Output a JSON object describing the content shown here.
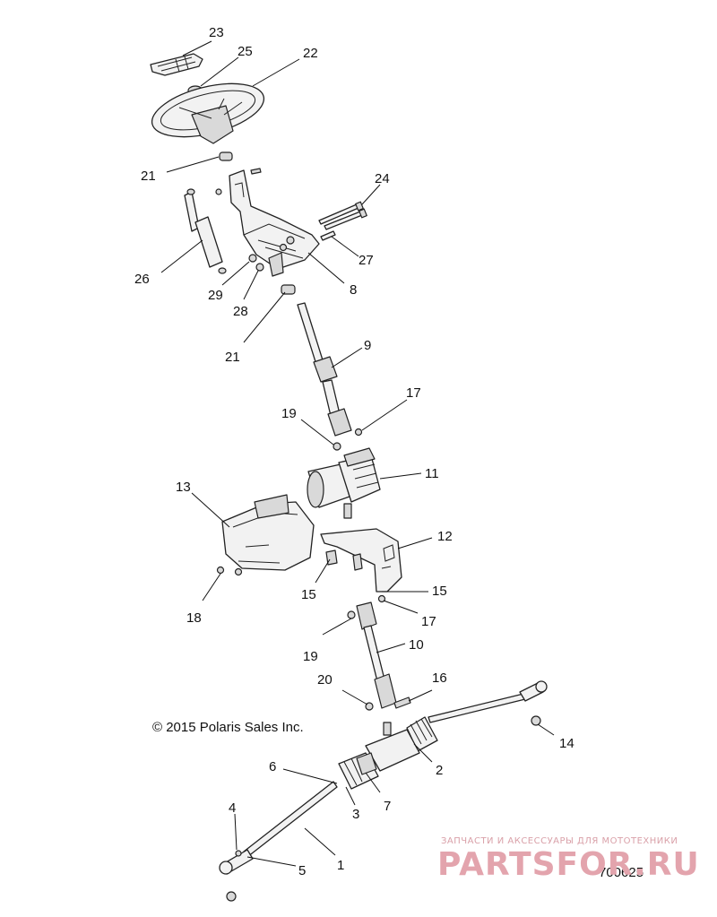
{
  "diagram": {
    "copyright": "© 2015 Polaris Sales Inc.",
    "diagram_id": "700625"
  },
  "watermark": {
    "tagline": "ЗАПЧАСТИ И АКСЕССУАРЫ ДЛЯ МОТОТЕХНИКИ",
    "logo": "PARTSFOR.RU"
  },
  "callouts": [
    {
      "id": "c23",
      "label": "23"
    },
    {
      "id": "c25",
      "label": "25"
    },
    {
      "id": "c22",
      "label": "22"
    },
    {
      "id": "c21a",
      "label": "21"
    },
    {
      "id": "c24",
      "label": "24"
    },
    {
      "id": "c26",
      "label": "26"
    },
    {
      "id": "c27",
      "label": "27"
    },
    {
      "id": "c29",
      "label": "29"
    },
    {
      "id": "c8",
      "label": "8"
    },
    {
      "id": "c28",
      "label": "28"
    },
    {
      "id": "c21b",
      "label": "21"
    },
    {
      "id": "c9",
      "label": "9"
    },
    {
      "id": "c17a",
      "label": "17"
    },
    {
      "id": "c19a",
      "label": "19"
    },
    {
      "id": "c11",
      "label": "11"
    },
    {
      "id": "c13",
      "label": "13"
    },
    {
      "id": "c12",
      "label": "12"
    },
    {
      "id": "c15a",
      "label": "15"
    },
    {
      "id": "c15b",
      "label": "15"
    },
    {
      "id": "c18",
      "label": "18"
    },
    {
      "id": "c17b",
      "label": "17"
    },
    {
      "id": "c19b",
      "label": "19"
    },
    {
      "id": "c10",
      "label": "10"
    },
    {
      "id": "c20",
      "label": "20"
    },
    {
      "id": "c16",
      "label": "16"
    },
    {
      "id": "c14",
      "label": "14"
    },
    {
      "id": "c2",
      "label": "2"
    },
    {
      "id": "c6",
      "label": "6"
    },
    {
      "id": "c7",
      "label": "7"
    },
    {
      "id": "c3",
      "label": "3"
    },
    {
      "id": "c4",
      "label": "4"
    },
    {
      "id": "c1",
      "label": "1"
    },
    {
      "id": "c5",
      "label": "5"
    }
  ]
}
